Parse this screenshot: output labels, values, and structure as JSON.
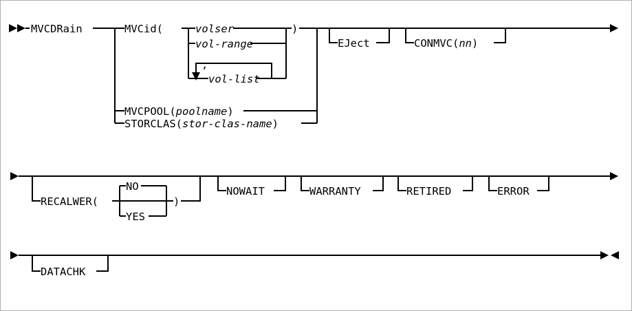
{
  "diagram": {
    "type": "railroad-syntax-diagram",
    "command": "MVCDRain",
    "start_marker": "►►",
    "continue_marker": "►",
    "end_marker": "►◄",
    "colors": {
      "line": "#000000",
      "text": "#000000",
      "background": "#ffffff",
      "border": "#b0b0b0"
    },
    "rows": [
      {
        "id": "row-1",
        "elements": [
          {
            "id": "cmd",
            "label": "MVCDRain",
            "kind": "keyword"
          },
          {
            "id": "mvcid",
            "label": "MVCid(",
            "kind": "keyword"
          },
          {
            "id": "volser",
            "label": "volser",
            "kind": "variable"
          },
          {
            "id": "vol-range",
            "label": "vol-range",
            "kind": "variable"
          },
          {
            "id": "vol-list",
            "label": "vol-list",
            "kind": "variable"
          },
          {
            "id": "comma",
            "label": ",",
            "kind": "separator"
          },
          {
            "id": "mvcid-close",
            "label": ")",
            "kind": "keyword"
          },
          {
            "id": "mvcpool",
            "label": "MVCPOOL(",
            "kind": "keyword"
          },
          {
            "id": "poolname",
            "label": "poolname",
            "kind": "variable"
          },
          {
            "id": "mvcpool-close",
            "label": ")",
            "kind": "keyword"
          },
          {
            "id": "storclas",
            "label": "STORCLAS(",
            "kind": "keyword"
          },
          {
            "id": "stor-clas-name",
            "label": "stor-clas-name",
            "kind": "variable"
          },
          {
            "id": "storclas-close",
            "label": ")",
            "kind": "keyword"
          },
          {
            "id": "eject",
            "label": "EJect",
            "kind": "keyword"
          },
          {
            "id": "conmvc",
            "label": "CONMVC(",
            "kind": "keyword"
          },
          {
            "id": "nn",
            "label": "nn",
            "kind": "variable"
          },
          {
            "id": "conmvc-close",
            "label": ")",
            "kind": "keyword"
          }
        ]
      },
      {
        "id": "row-2",
        "elements": [
          {
            "id": "recalwer",
            "label": "RECALWER(",
            "kind": "keyword"
          },
          {
            "id": "recalwer-no",
            "label": "NO",
            "kind": "keyword"
          },
          {
            "id": "recalwer-yes",
            "label": "YES",
            "kind": "keyword"
          },
          {
            "id": "recalwer-close",
            "label": ")",
            "kind": "keyword"
          },
          {
            "id": "nowait",
            "label": "NOWAIT",
            "kind": "keyword"
          },
          {
            "id": "warranty",
            "label": "WARRANTY",
            "kind": "keyword"
          },
          {
            "id": "retired",
            "label": "RETIRED",
            "kind": "keyword"
          },
          {
            "id": "error",
            "label": "ERROR",
            "kind": "keyword"
          }
        ]
      },
      {
        "id": "row-3",
        "elements": [
          {
            "id": "datachk",
            "label": "DATACHK",
            "kind": "keyword"
          }
        ]
      }
    ]
  },
  "labels": {
    "command": "MVCDRain",
    "mvcid_open": "MVCid(",
    "volser": "volser",
    "vol_range": "vol-range",
    "vol_list": "vol-list",
    "comma": ",",
    "paren_close": ")",
    "mvcpool_open": "MVCPOOL(",
    "poolname": "poolname",
    "storclas_open": "STORCLAS(",
    "stor_clas_name": "stor-clas-name",
    "eject": "EJect",
    "conmvc_open": "CONMVC(",
    "nn": "nn",
    "recalwer_open": "RECALWER(",
    "no": "NO",
    "yes": "YES",
    "nowait": "NOWAIT",
    "warranty": "WARRANTY",
    "retired": "RETIRED",
    "error": "ERROR",
    "datachk": "DATACHK"
  }
}
